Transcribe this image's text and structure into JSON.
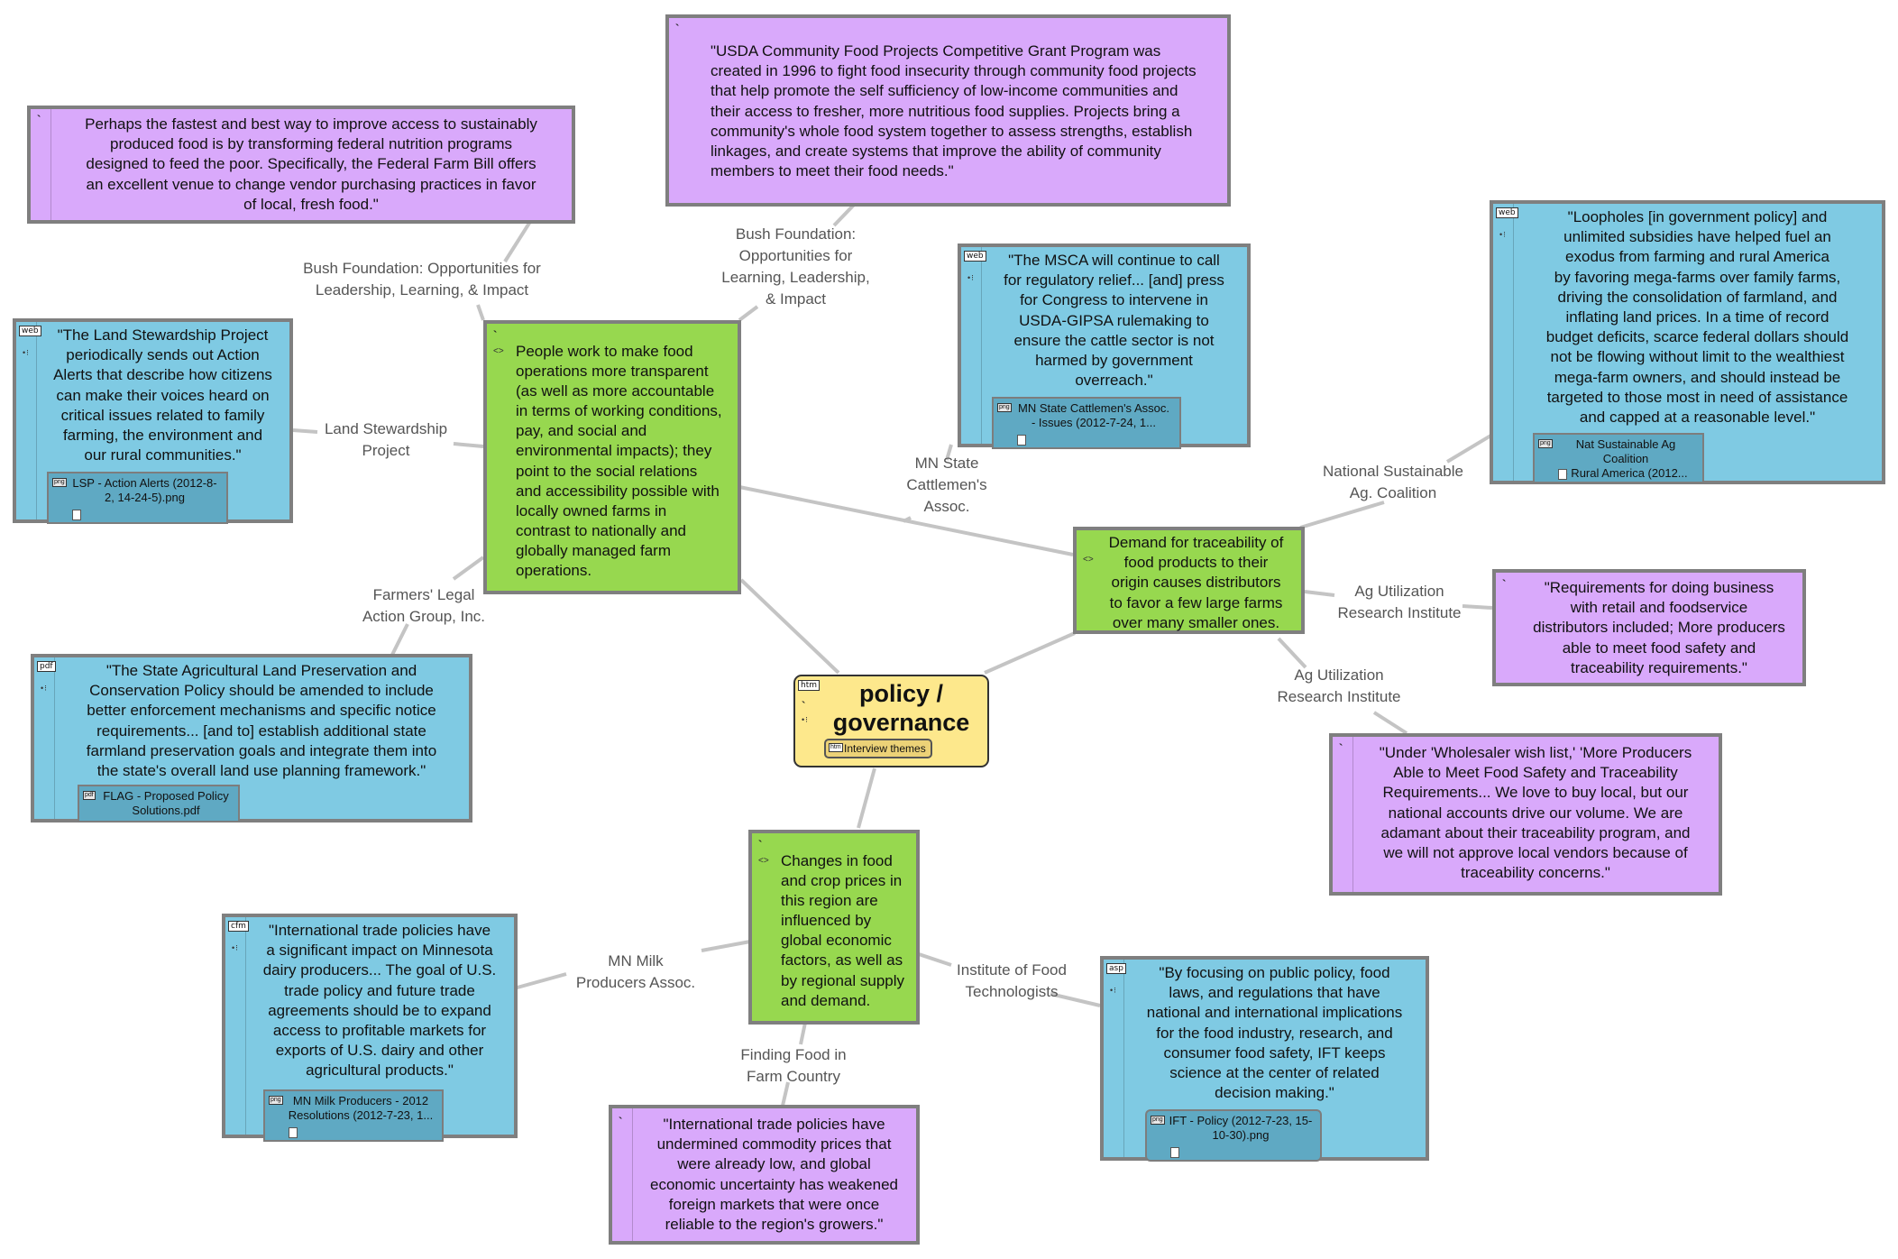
{
  "central": {
    "title_line1": "policy /",
    "title_line2": "governance",
    "badge": "htm",
    "tag_type": "htm",
    "tag_label": "Interview themes"
  },
  "themes": {
    "transparency": {
      "text": [
        "People work to make food",
        "operations more transparent",
        "(as well as more accountable",
        "in terms of working conditions,",
        "pay, and social and",
        "environmental impacts); they",
        "point to the social relations",
        "and accessibility possible with",
        "locally owned farms in",
        "contrast to nationally and",
        "globally managed farm",
        "operations."
      ]
    },
    "traceability": {
      "text": [
        "Demand for traceability of",
        "food products to their",
        "origin causes distributors",
        "to favor a few large farms",
        "over many smaller ones."
      ]
    },
    "prices": {
      "text": [
        "Changes in food",
        "and crop prices in",
        "this region are",
        "influenced by",
        "global economic",
        "factors, as well as",
        "by regional supply",
        "and demand."
      ]
    }
  },
  "quotes": {
    "bush_federal": {
      "text": [
        "Perhaps the fastest and best way to improve access to sustainably",
        "produced food is by transforming federal nutrition programs",
        "designed to feed the poor. Specifically, the Federal Farm Bill offers",
        "an excellent venue to change vendor purchasing practices in favor",
        "of local, fresh food.\""
      ]
    },
    "usda": {
      "text": [
        "\"USDA Community Food Projects Competitive Grant Program was",
        "created in 1996 to fight food insecurity through community food projects",
        "that help promote the self sufficiency of low-income communities and",
        "their access to fresher, more nutritious food supplies. Projects bring a",
        "community's whole food system together to assess strengths, establish",
        "linkages, and create systems that improve the ability of community",
        "members to meet their food needs.\""
      ]
    },
    "lsp": {
      "badge": "web",
      "text": [
        "\"The Land Stewardship Project",
        "periodically sends out Action",
        "Alerts that describe how citizens",
        "can make their voices heard on",
        "critical issues related to family",
        "farming, the environment and",
        "our rural communities.\""
      ],
      "attachment_type": "png",
      "attachment": [
        "LSP - Action Alerts (2012-8-",
        "2, 14-24-5).png"
      ]
    },
    "flag": {
      "badge": "pdf",
      "text": [
        "\"The State Agricultural Land Preservation and",
        "Conservation Policy should be amended to include",
        "better enforcement mechanisms and specific notice",
        "requirements... [and to] establish additional state",
        "farmland preservation goals and integrate them into",
        "the state's overall land use planning framework.\""
      ],
      "attachment_type": "pdf",
      "attachment": [
        "FLAG - Proposed Policy",
        "Solutions.pdf"
      ]
    },
    "msca": {
      "badge": "web",
      "text": [
        "\"The MSCA will continue to call",
        "for regulatory relief... [and] press",
        "for Congress to intervene in",
        "USDA-GIPSA rulemaking to",
        "ensure the cattle sector is not",
        "harmed by government",
        "overreach.\""
      ],
      "attachment_type": "png",
      "attachment": [
        "MN State Cattlemen's Assoc.",
        "- Issues (2012-7-24, 1..."
      ]
    },
    "nsac": {
      "badge": "web",
      "text": [
        "\"Loopholes [in government policy] and",
        "unlimited subsidies have helped fuel an",
        "exodus from farming and rural America",
        "by favoring mega-farms over family farms,",
        "driving the consolidation of farmland, and",
        "inflating land prices. In a time  of record",
        "budget deficits, scarce federal dollars should",
        "not be flowing without limit to the wealthiest",
        "mega-farm owners, and should instead be",
        "targeted to those most in need of assistance",
        "and capped at a reasonable level.\""
      ],
      "attachment_type": "png",
      "attachment": [
        "Nat Sustainable Ag Coalition",
        "- Rural America (2012..."
      ]
    },
    "auri_req": {
      "text": [
        "\"Requirements for doing business",
        "with retail and foodservice",
        "distributors included; More producers",
        "able to meet food safety and",
        "traceability requirements.\""
      ]
    },
    "auri_wish": {
      "text": [
        "\"Under 'Wholesaler wish list,' 'More Producers",
        "Able to Meet Food Safety and Traceability",
        "Requirements... We love to buy local, but our",
        "national accounts drive our volume. We are",
        "adamant about their traceability program, and",
        "we will not approve local vendors because of",
        "traceability concerns.\""
      ]
    },
    "mmpa": {
      "badge": "cfm",
      "text": [
        "\"International trade policies have",
        "a significant impact on Minnesota",
        "dairy producers... The goal of U.S.",
        "trade policy and future trade",
        "agreements should be to expand",
        "access to profitable markets for",
        "exports of U.S. dairy and other",
        "agricultural products.\""
      ],
      "attachment_type": "png",
      "attachment": [
        "MN Milk Producers - 2012",
        "Resolutions (2012-7-23, 1..."
      ]
    },
    "fffc": {
      "text": [
        "\"International trade policies have",
        "undermined commodity prices that",
        "were already low, and global",
        "economic uncertainty has weakened",
        "foreign markets that were once",
        "reliable to the region's growers.\""
      ]
    },
    "ift": {
      "badge": "asp",
      "text": [
        "\"By focusing on public policy, food",
        "laws, and regulations that have",
        "national and international implications",
        "for the food industry, research, and",
        "consumer food safety, IFT keeps",
        "science at the center of related",
        "decision making.\""
      ],
      "attachment_type": "png",
      "attachment": [
        "IFT - Policy (2012-7-23, 15-",
        "10-30).png"
      ]
    }
  },
  "link_labels": {
    "bush_left": [
      "Bush Foundation: Opportunities for",
      "Leadership, Learning, & Impact"
    ],
    "bush_top": [
      "Bush Foundation:",
      "Opportunities for",
      "Learning, Leadership,",
      "& Impact"
    ],
    "lsp": [
      "Land Stewardship",
      "Project"
    ],
    "flag": [
      "Farmers' Legal",
      "Action Group, Inc."
    ],
    "msca": [
      "MN State",
      "Cattlemen's",
      "Assoc."
    ],
    "nsac": [
      "National Sustainable",
      "Ag. Coalition"
    ],
    "auri_1": [
      "Ag Utilization",
      "Research Institute"
    ],
    "auri_2": [
      "Ag Utilization",
      "Research Institute"
    ],
    "mmpa": [
      "MN Milk",
      "Producers Assoc."
    ],
    "ift": [
      "Institute of Food",
      "Technologists"
    ],
    "fffc": [
      "Finding Food in",
      "Farm Country"
    ]
  },
  "colors": {
    "quote_blue": "#7fcae3",
    "quote_purple": "#d9a9fb",
    "theme_green": "#97d84f",
    "central_yellow": "#fde88c",
    "link_line": "#c4c4c4",
    "border": "#7f7f7f"
  }
}
